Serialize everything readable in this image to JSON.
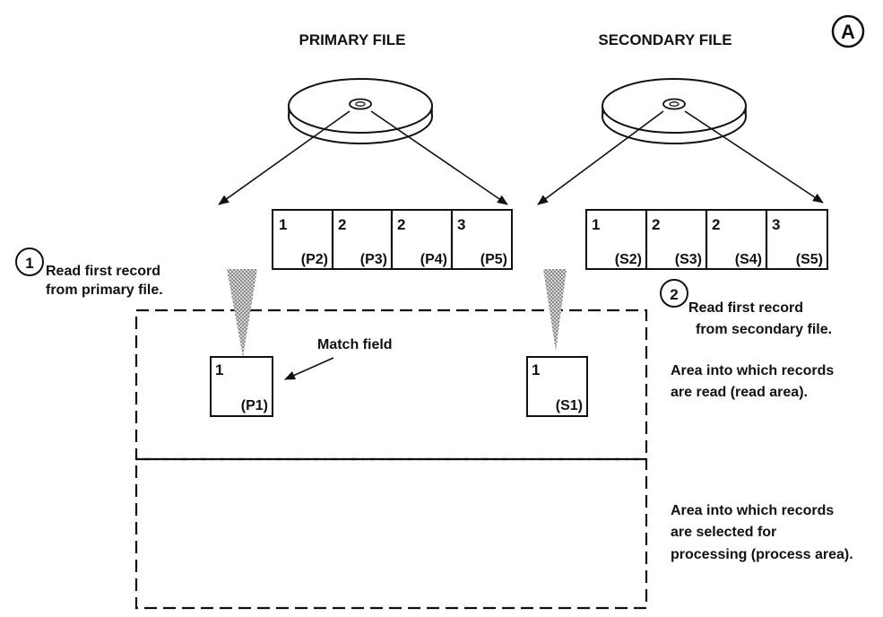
{
  "corner_badge": "A",
  "primary": {
    "title": "PRIMARY FILE",
    "records": [
      {
        "key": "1",
        "id": "(P2)"
      },
      {
        "key": "2",
        "id": "(P3)"
      },
      {
        "key": "2",
        "id": "(P4)"
      },
      {
        "key": "3",
        "id": "(P5)"
      }
    ],
    "in_read_area": {
      "key": "1",
      "id": "(P1)"
    }
  },
  "secondary": {
    "title": "SECONDARY FILE",
    "records": [
      {
        "key": "1",
        "id": "(S2)"
      },
      {
        "key": "2",
        "id": "(S3)"
      },
      {
        "key": "2",
        "id": "(S4)"
      },
      {
        "key": "3",
        "id": "(S5)"
      }
    ],
    "in_read_area": {
      "key": "1",
      "id": "(S1)"
    }
  },
  "steps": [
    {
      "number": "1",
      "line1": "Read first record",
      "line2": "from primary file."
    },
    {
      "number": "2",
      "line1": "Read first record",
      "line2": "from secondary file."
    }
  ],
  "match_field_label": "Match field",
  "read_area_label": {
    "line1": "Area into which records",
    "line2": "are read (read area)."
  },
  "process_area_label": {
    "line1": "Area into which records",
    "line2": "are selected for",
    "line3": "processing (process area)."
  }
}
